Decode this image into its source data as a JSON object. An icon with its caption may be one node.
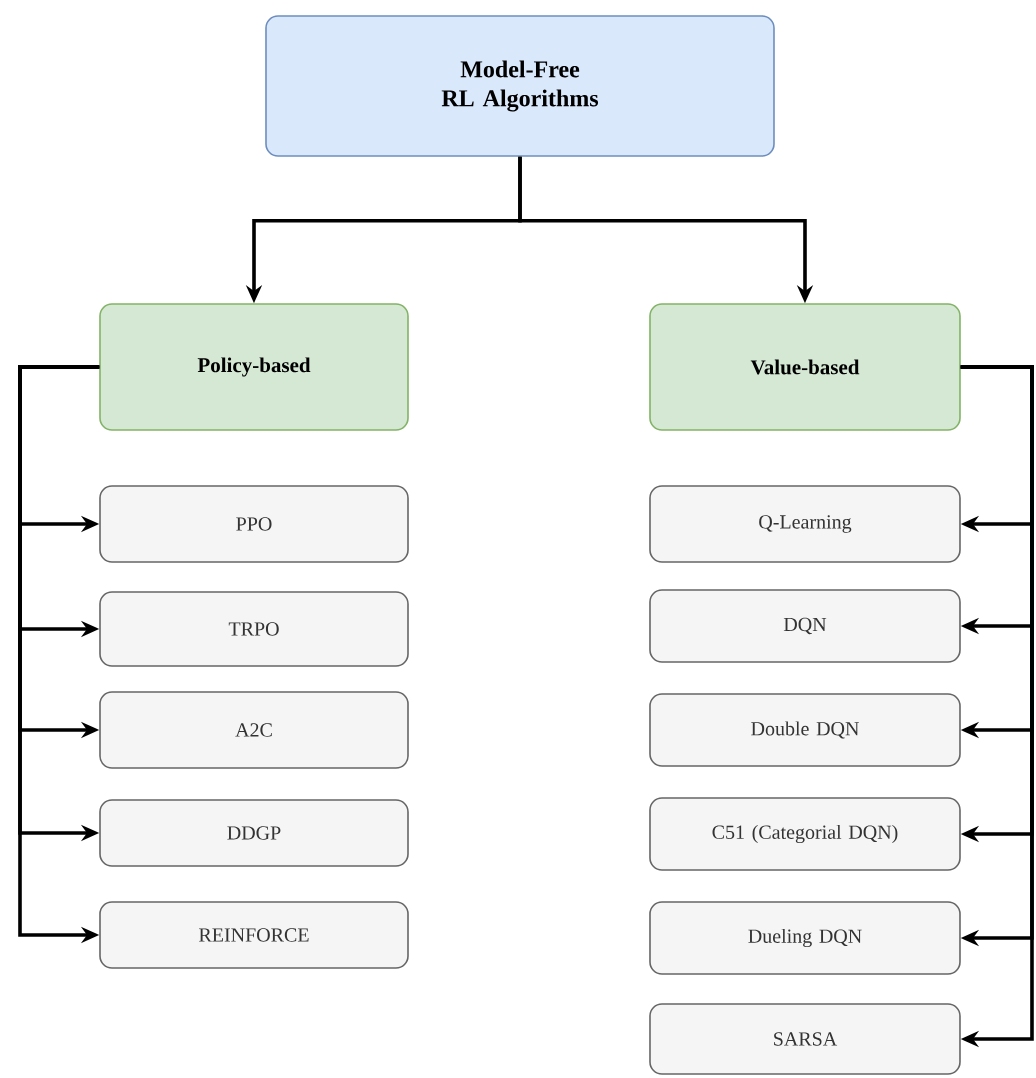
{
  "diagram": {
    "nodes": [
      {
        "text": [
          "Model-Free RL Algorithms"
        ]
      },
      {
        "text": [
          "Policy-based"
        ]
      },
      {
        "text": [
          "Value-based"
        ]
      },
      {
        "text": [
          "PPO"
        ]
      },
      {
        "text": [
          "TRPO"
        ]
      },
      {
        "text": [
          "A2C"
        ]
      },
      {
        "text": [
          "DDGP"
        ]
      },
      {
        "text": [
          "REINFORCE"
        ]
      },
      {
        "text": [
          "Q-Learning"
        ]
      },
      {
        "text": [
          "DQN"
        ]
      },
      {
        "text": [
          "Double DQN"
        ]
      },
      {
        "text": [
          "C51 (Categorial DQN)"
        ]
      },
      {
        "text": [
          "Dueling DQN"
        ]
      },
      {
        "text": [
          "SARSA"
        ]
      }
    ],
    "edges": [
      {
        "from": 0,
        "to": 1,
        "arrow": "to"
      },
      {
        "from": 0,
        "to": 2,
        "arrow": "to"
      },
      {
        "from": 1,
        "to": 3,
        "arrow": "to"
      },
      {
        "from": 1,
        "to": 4,
        "arrow": "to"
      },
      {
        "from": 1,
        "to": 5,
        "arrow": "to"
      },
      {
        "from": 1,
        "to": 6,
        "arrow": "to"
      },
      {
        "from": 1,
        "to": 7,
        "arrow": "to"
      },
      {
        "from": 2,
        "to": 8,
        "arrow": "to"
      },
      {
        "from": 2,
        "to": 9,
        "arrow": "to"
      },
      {
        "from": 2,
        "to": 10,
        "arrow": "to"
      },
      {
        "from": 2,
        "to": 11,
        "arrow": "to"
      },
      {
        "from": 2,
        "to": 12,
        "arrow": "to"
      },
      {
        "from": 2,
        "to": 13,
        "arrow": "to"
      }
    ]
  }
}
